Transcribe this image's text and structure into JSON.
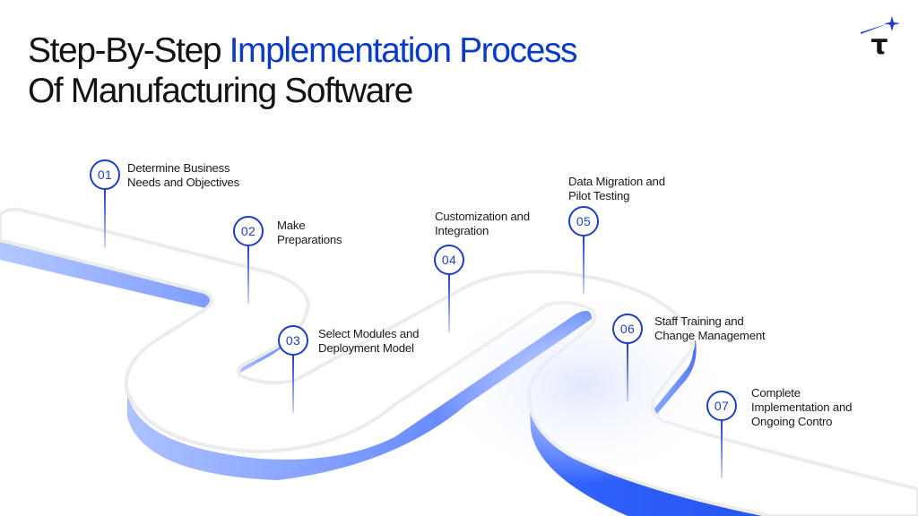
{
  "title": {
    "part1": "Step-By-Step ",
    "highlight": "Implementation Process",
    "line2": "Of Manufacturing Software"
  },
  "logo": {
    "glyph": "τ",
    "icon": "star-sparkle-icon"
  },
  "colors": {
    "accent": "#0a3bc8",
    "pin": "#1f3fbf",
    "road_side_light": "#a9c0ff",
    "road_side_dark": "#2f63f5",
    "text": "#141414"
  },
  "steps": [
    {
      "number": "01",
      "line1": "Determine Business",
      "line2": "Needs and Objectives",
      "line3": ""
    },
    {
      "number": "02",
      "line1": "Make",
      "line2": "Preparations",
      "line3": ""
    },
    {
      "number": "03",
      "line1": "Select Modules and",
      "line2": "Deployment Model",
      "line3": ""
    },
    {
      "number": "04",
      "line1": "Customization and",
      "line2": "Integration",
      "line3": ""
    },
    {
      "number": "05",
      "line1": "Data Migration and",
      "line2": "Pilot Testing",
      "line3": ""
    },
    {
      "number": "06",
      "line1": "Staff Training and",
      "line2": "Change Management",
      "line3": ""
    },
    {
      "number": "07",
      "line1": "Complete",
      "line2": "Implementation and",
      "line3": "Ongoing Contro"
    }
  ]
}
